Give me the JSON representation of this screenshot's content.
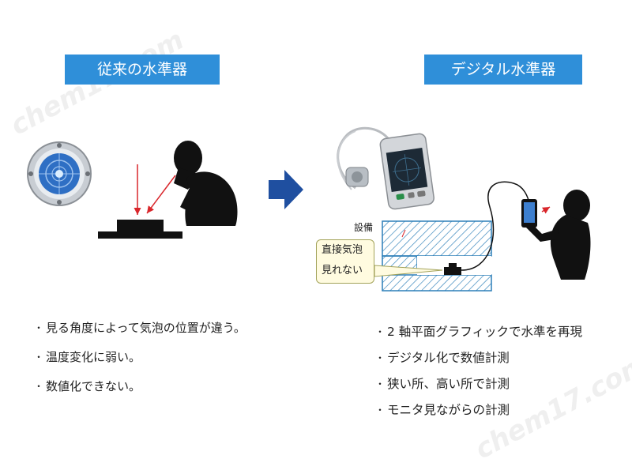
{
  "watermark": "chem17.com",
  "left": {
    "label": "従来の水準器",
    "bullets": [
      "見る角度によって気泡の位置が違う。",
      "温度変化に弱い。",
      "数値化できない。"
    ]
  },
  "right": {
    "label": "デジタル水準器",
    "equipment_label": "設備",
    "callout_line1": "直接気泡",
    "callout_line2": "見れない",
    "bullets": [
      "2 軸平面グラフィックで水準を再現",
      "デジタル化で数値計測",
      "狭い所、高い所で計測",
      "モニタ見ながらの計測"
    ]
  },
  "bullet_symbol": "・",
  "colors": {
    "label_bg": "#2f8fd9",
    "arrow": "#1f4fa0",
    "sight_line": "#d9262b",
    "hatch": "#2c7fb8",
    "callout_bg": "#fffbe0"
  },
  "icons": [
    "bubble-level-icon",
    "person-silhouette-icon",
    "arrow-right-icon",
    "digital-level-device-icon",
    "smartphone-icon"
  ]
}
